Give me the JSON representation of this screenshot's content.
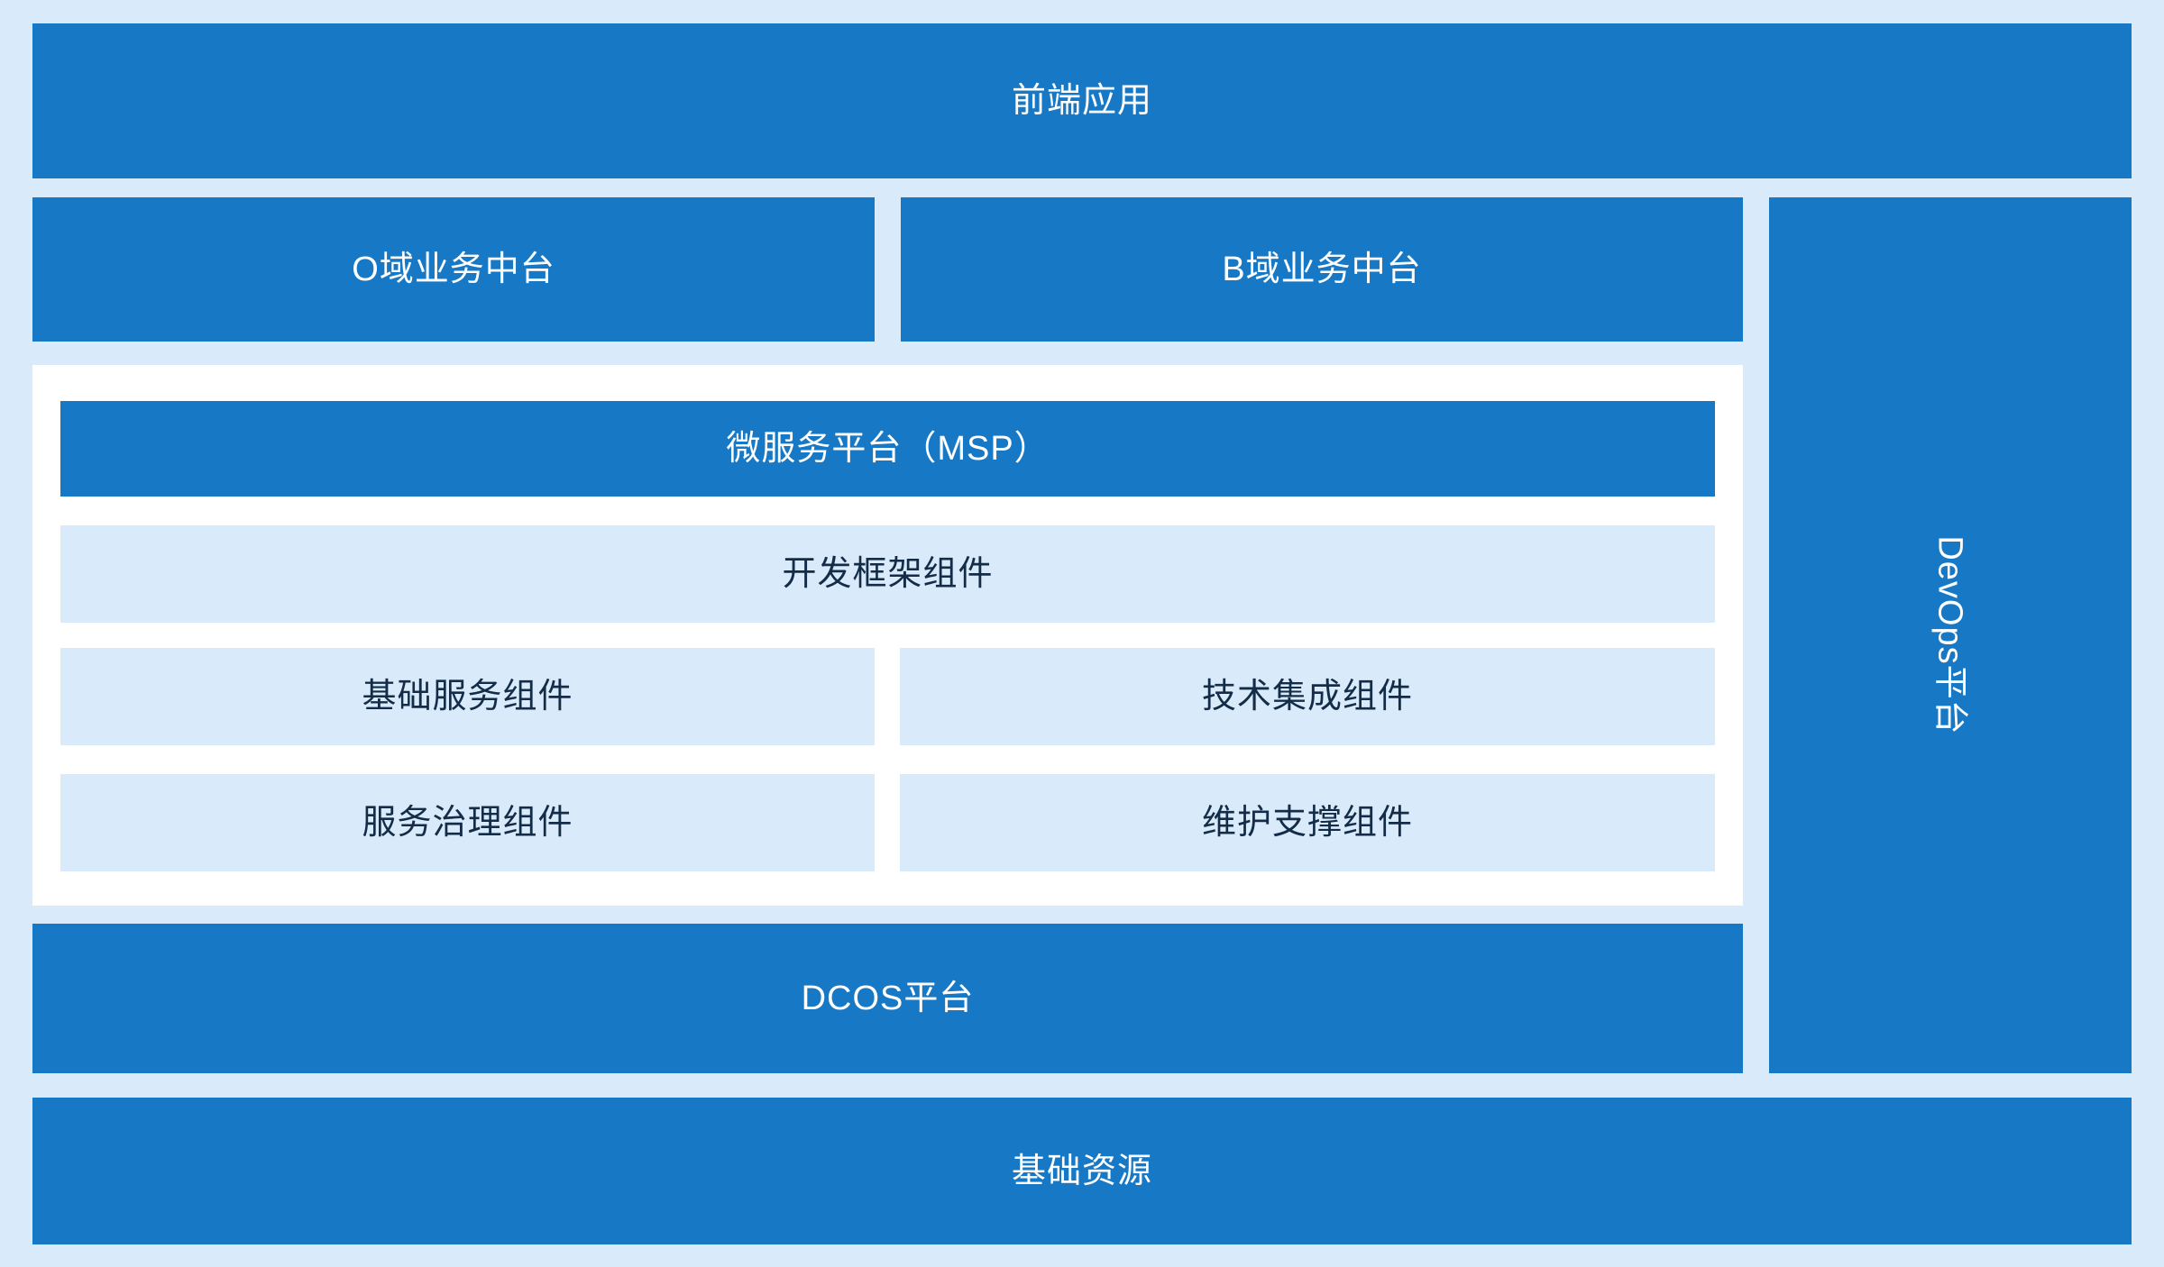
{
  "colors": {
    "primary_blue": "#1778c6",
    "light_blue": "#d9eafa",
    "panel_white": "#ffffff",
    "dark_text": "#132c47",
    "light_text": "#ffffff"
  },
  "blocks": {
    "frontend": {
      "label": "前端应用"
    },
    "o_domain": {
      "label": "O域业务中台"
    },
    "b_domain": {
      "label": "B域业务中台"
    },
    "msp": {
      "title": "微服务平台（MSP）",
      "components": {
        "dev_framework": "开发框架组件",
        "basic_service": "基础服务组件",
        "tech_integration": "技术集成组件",
        "service_governance": "服务治理组件",
        "maintenance_support": "维护支撑组件"
      }
    },
    "dcos": {
      "label": "DCOS平台"
    },
    "devops": {
      "label": "DevOps平台"
    },
    "infrastructure": {
      "label": "基础资源"
    }
  }
}
